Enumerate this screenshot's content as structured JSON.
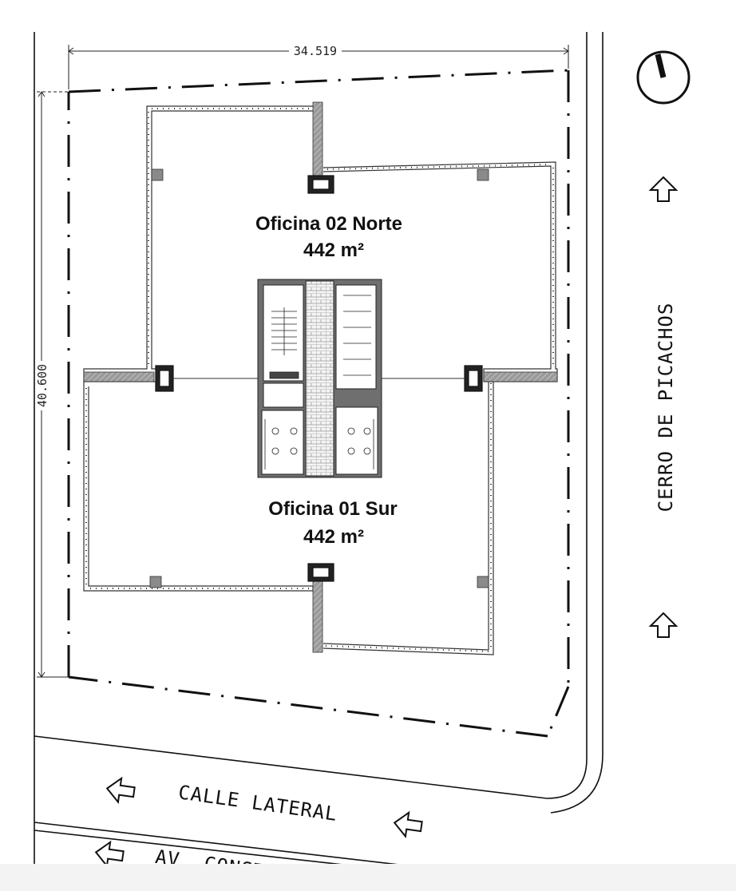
{
  "dimensions": {
    "width_label": "34.519",
    "height_label": "40.600"
  },
  "offices": [
    {
      "name": "Oficina 02 Norte",
      "area": "442  m²"
    },
    {
      "name": "Oficina 01 Sur",
      "area": "442  m²"
    }
  ],
  "streets": {
    "east": "CERRO DE PICACHOS",
    "south_lateral": "CALLE LATERAL",
    "south_main": "AV. CONSTITUCION"
  },
  "icons": {
    "north": "north-arrow-icon",
    "direction": "direction-arrow-icon"
  },
  "colors": {
    "line": "#111111",
    "wall": "#8a8a8a",
    "core": "#6f6f6f"
  }
}
